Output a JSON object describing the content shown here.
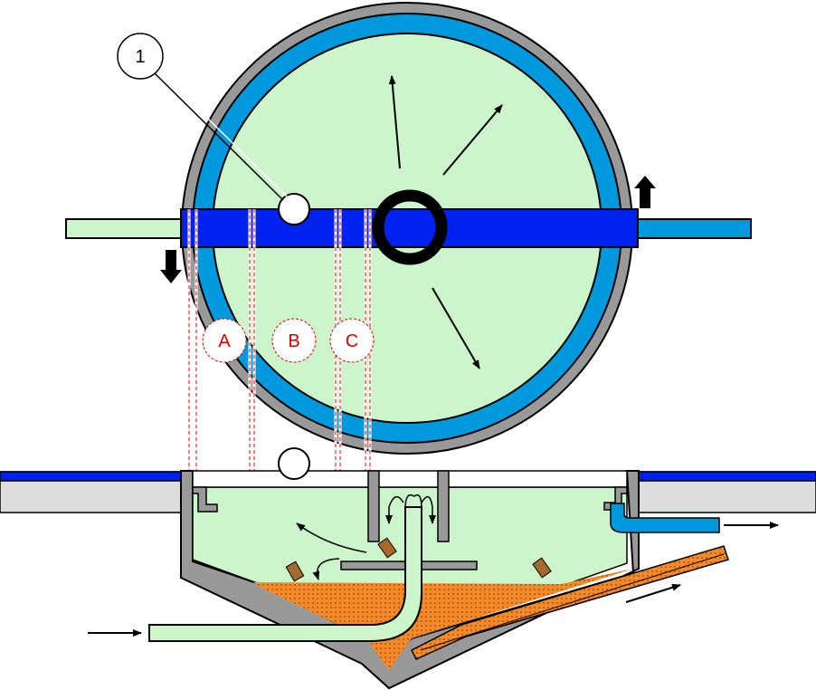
{
  "labels": {
    "marker": "1",
    "zone_a": "A",
    "zone_b": "B",
    "zone_c": "C"
  },
  "colors": {
    "outline": "#000000",
    "casing_grey": "#999999",
    "light_grey": "#dddddd",
    "water_blue": "#0099dd",
    "beam_blue": "#0022ee",
    "liquid_green": "#ccf5cc",
    "sludge_orange": "#f08a2a",
    "particle_brown": "#a86a2a",
    "zone_red": "#e00000"
  }
}
